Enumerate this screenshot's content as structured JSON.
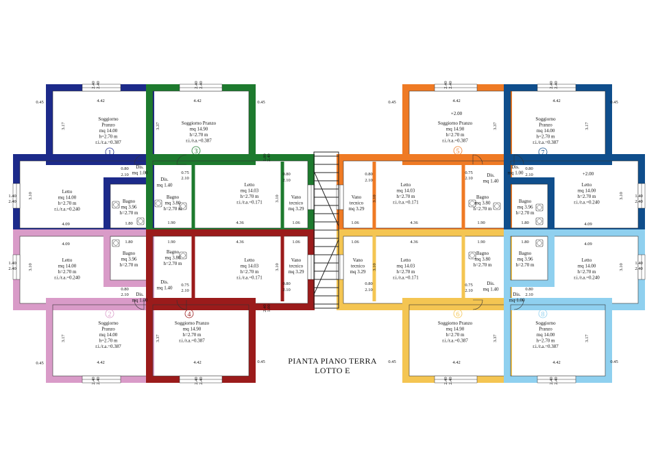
{
  "title": {
    "line1": "PIANTA PIANO TERRA",
    "line2": "LOTTO E"
  },
  "colors": {
    "u1": "#1c2a8a",
    "u2": "#d99bc8",
    "u3": "#1d7a2e",
    "u4": "#9b1b1b",
    "u5": "#ef7a24",
    "u6": "#f4c552",
    "u7": "#0f4e8c",
    "u8": "#8fd0ef"
  },
  "units": [
    {
      "number": "1",
      "soggiorno": {
        "name": "Soggiorno Pranzo",
        "area": "mq 14.00",
        "h": "h=2.70 m",
        "ratio": "r.i./r.a.=0.387"
      },
      "letto": {
        "name": "Letto",
        "area": "mq 14.00",
        "h": "h=2.70 m",
        "ratio": "r.i./r.a.=0.240"
      },
      "bagno": {
        "name": "Bagno",
        "area": "mq 3.96",
        "h": "h=2.70 m"
      },
      "dis": {
        "name": "Dis.",
        "area": "mq 1.00"
      }
    },
    {
      "number": "2",
      "soggiorno": {
        "name": "Soggiorno Pranzo",
        "area": "mq 14.00",
        "h": "h=2.70 m",
        "ratio": "r.i./r.a.=0.387"
      },
      "letto": {
        "name": "Letto",
        "area": "mq 14.00",
        "h": "h=2.70 m",
        "ratio": "r.i./r.a.=0.240"
      },
      "bagno": {
        "name": "Bagno",
        "area": "mq 3.96",
        "h": "h=2.70 m"
      },
      "dis": {
        "name": "Dis.",
        "area": "mq 1.00"
      }
    },
    {
      "number": "3",
      "soggiorno": {
        "name": "Soggiorno Pranzo",
        "area": "mq 14.90",
        "h": "h=2.70 m",
        "ratio": "r.i./r.a.=0.387"
      },
      "letto": {
        "name": "Letto",
        "area": "mq 14.03",
        "h": "h=2.70 m",
        "ratio": "r.i./r.a.=0.171"
      },
      "bagno": {
        "name": "Bagno",
        "area": "mq 3.80",
        "h": "h=2.70 m"
      },
      "dis": {
        "name": "Dis.",
        "area": "mq 1.40"
      },
      "vano": {
        "name": "Vano tecnico",
        "area": "mq 3.29"
      }
    },
    {
      "number": "4",
      "soggiorno": {
        "name": "Soggiorno Pranzo",
        "area": "mq 14.90",
        "h": "h=2.70 m",
        "ratio": "r.i./r.a.=0.387"
      },
      "letto": {
        "name": "Letto",
        "area": "mq 14.03",
        "h": "h=2.70 m",
        "ratio": "r.i./r.a.=0.171"
      },
      "bagno": {
        "name": "Bagno",
        "area": "mq 3.80",
        "h": "h=2.70 m"
      },
      "dis": {
        "name": "Dis.",
        "area": "mq 1.40"
      },
      "vano": {
        "name": "Vano tecnico",
        "area": "mq 3.29"
      }
    },
    {
      "number": "5",
      "soggiorno": {
        "name": "Soggiorno Pranzo",
        "area": "mq 14.90",
        "h": "h=2.70 m",
        "ratio": "r.i./r.a.=0.387"
      },
      "letto": {
        "name": "Letto",
        "area": "mq 14.03",
        "h": "h=2.70 m",
        "ratio": "r.i./r.a.=0.171"
      },
      "bagno": {
        "name": "Bagno",
        "area": "mq 3.80",
        "h": "h=2.70 m"
      },
      "dis": {
        "name": "Dis.",
        "area": "mq 1.40"
      },
      "vano": {
        "name": "Vano tecnico",
        "area": "mq 3.29"
      },
      "level": "+2.00"
    },
    {
      "number": "6",
      "soggiorno": {
        "name": "Soggiorno Pranzo",
        "area": "mq 14.90",
        "h": "h=2.70 m",
        "ratio": "r.i./r.a.=0.387"
      },
      "letto": {
        "name": "Letto",
        "area": "mq 14.03",
        "h": "h=2.70 m",
        "ratio": "r.i./r.a.=0.171"
      },
      "bagno": {
        "name": "Bagno",
        "area": "mq 3.80",
        "h": "h=2.70 m"
      },
      "dis": {
        "name": "Dis.",
        "area": "mq 1.40"
      },
      "vano": {
        "name": "Vano tecnico",
        "area": "mq 3.29"
      }
    },
    {
      "number": "7",
      "soggiorno": {
        "name": "Soggiorno Pranzo",
        "area": "mq 14.00",
        "h": "h=2.70 m",
        "ratio": "r.i./r.a.=0.387"
      },
      "letto": {
        "name": "Letto",
        "area": "mq 14.00",
        "h": "h=2.70 m",
        "ratio": "r.i./r.a.=0.240"
      },
      "bagno": {
        "name": "Bagno",
        "area": "mq 3.96",
        "h": "h=2.70 m"
      },
      "dis": {
        "name": "Dis.",
        "area": "mq 1.00"
      },
      "level": "+2.00"
    },
    {
      "number": "8",
      "soggiorno": {
        "name": "Soggiorno Pranzo",
        "area": "mq 14.00",
        "h": "h=2.70 m",
        "ratio": "r.i./r.a.=0.387"
      },
      "letto": {
        "name": "Letto",
        "area": "mq 14.00",
        "h": "h=2.70 m",
        "ratio": "r.i./r.a.=0.240"
      },
      "bagno": {
        "name": "Bagno",
        "area": "mq 3.96",
        "h": "h=2.70 m"
      },
      "dis": {
        "name": "Dis.",
        "area": "mq 1.00"
      }
    }
  ],
  "dims": {
    "d442": "4.42",
    "d317": "3.17",
    "d337": "3.37",
    "d045": "0.45",
    "d409": "4.09",
    "d310": "3.10",
    "d436": "4.36",
    "d190": "1.90",
    "d180": "1.80",
    "d106": "1.06",
    "d100": "1.00",
    "d080": "0.80",
    "d075": "0.75",
    "d210": "2.10",
    "d240": "2.40",
    "d140": "1.40"
  }
}
